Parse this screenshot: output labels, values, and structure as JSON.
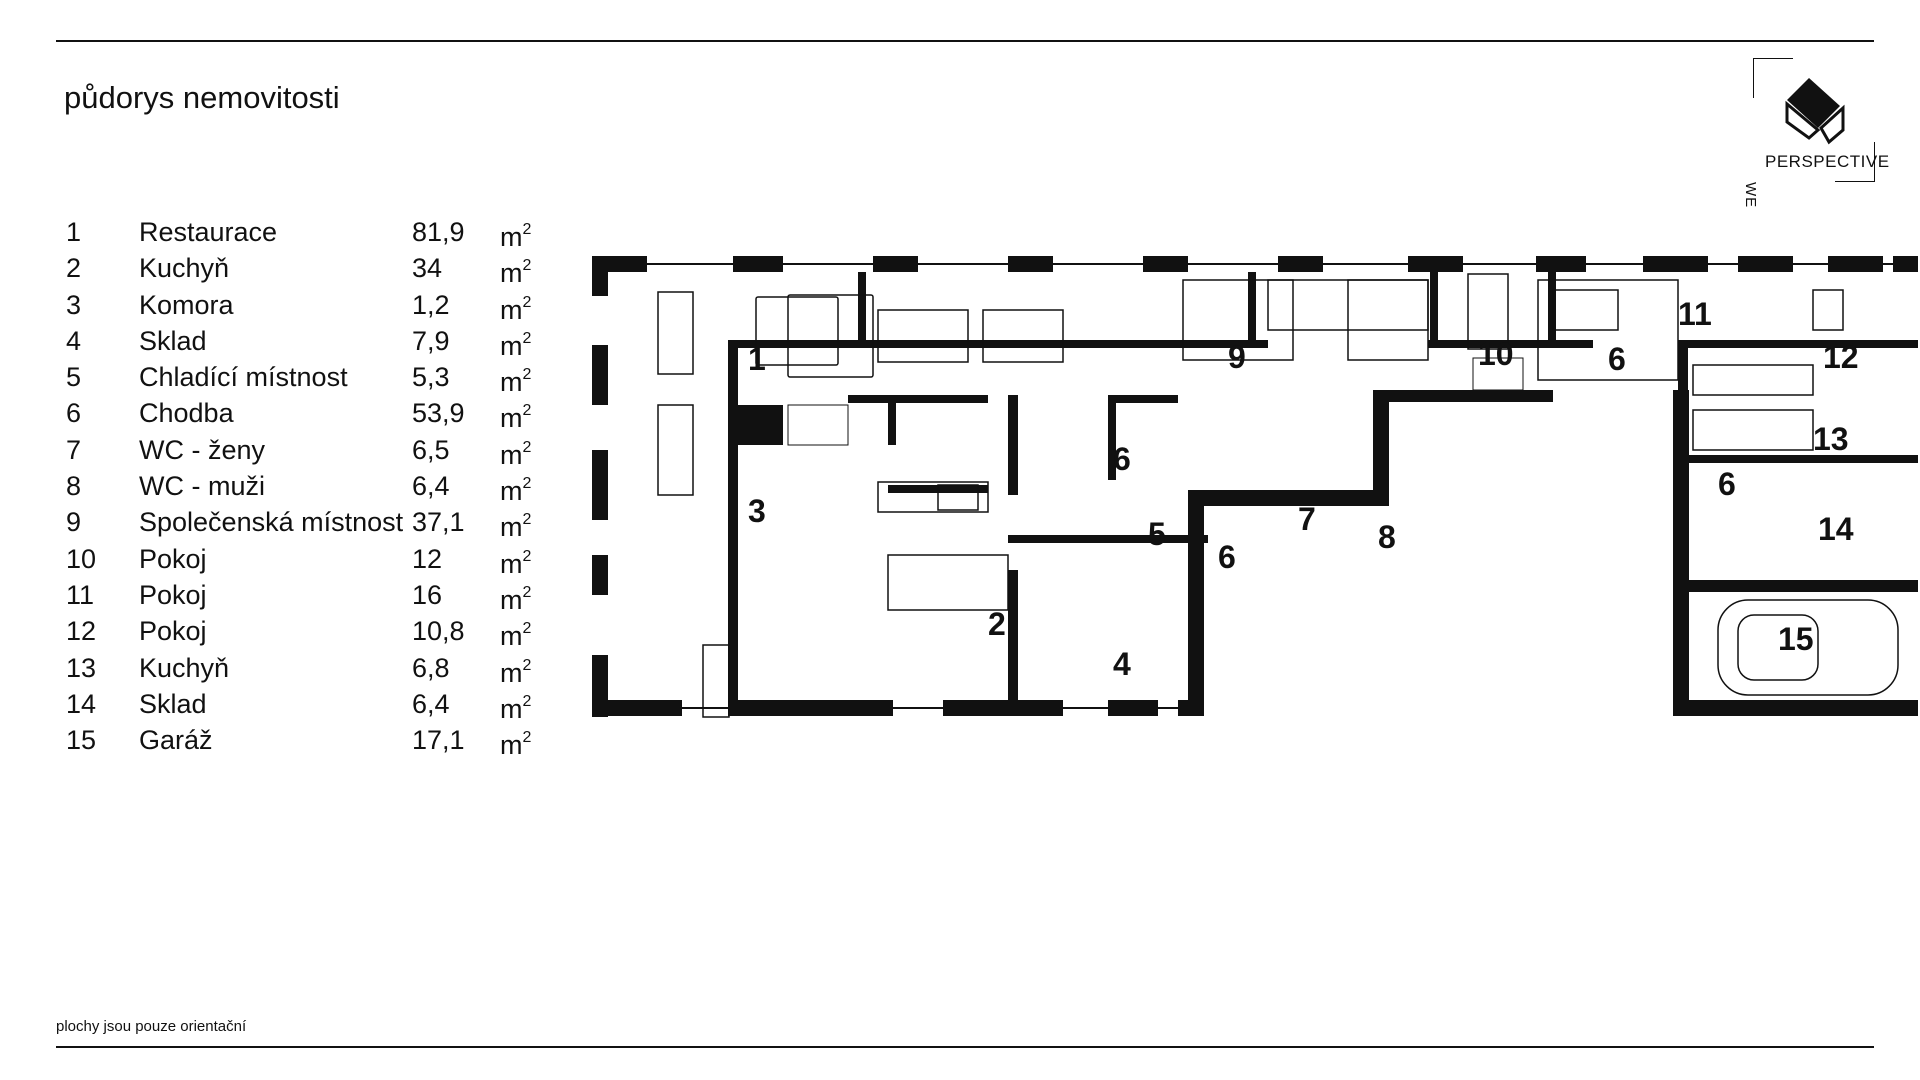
{
  "header": {
    "title": "půdorys nemovitosti"
  },
  "brand": {
    "logo_icon": "house-cube-icon",
    "word_left": "WE",
    "word_right": "PERSPECTIVE"
  },
  "rooms": [
    {
      "no": "1",
      "name": "Restaurace",
      "area": "81,9",
      "unit": "m"
    },
    {
      "no": "2",
      "name": "Kuchyň",
      "area": "34",
      "unit": "m"
    },
    {
      "no": "3",
      "name": "Komora",
      "area": "1,2",
      "unit": "m"
    },
    {
      "no": "4",
      "name": "Sklad",
      "area": "7,9",
      "unit": "m"
    },
    {
      "no": "5",
      "name": "Chladící místnost",
      "area": "5,3",
      "unit": "m"
    },
    {
      "no": "6",
      "name": "Chodba",
      "area": "53,9",
      "unit": "m"
    },
    {
      "no": "7",
      "name": "WC - ženy",
      "area": "6,5",
      "unit": "m"
    },
    {
      "no": "8",
      "name": "WC - muži",
      "area": "6,4",
      "unit": "m"
    },
    {
      "no": "9",
      "name": "Společenská místnost",
      "area": "37,1",
      "unit": "m"
    },
    {
      "no": "10",
      "name": "Pokoj",
      "area": "12",
      "unit": "m"
    },
    {
      "no": "11",
      "name": "Pokoj",
      "area": "16",
      "unit": "m"
    },
    {
      "no": "12",
      "name": "Pokoj",
      "area": "10,8",
      "unit": "m"
    },
    {
      "no": "13",
      "name": "Kuchyň",
      "area": "6,8",
      "unit": "m"
    },
    {
      "no": "14",
      "name": "Sklad",
      "area": "6,4",
      "unit": "m"
    },
    {
      "no": "15",
      "name": "Garáž",
      "area": "17,1",
      "unit": "m"
    }
  ],
  "unit_exponent": "2",
  "plan_labels": {
    "restaurace": "1",
    "kuchyn": "2",
    "komora": "3",
    "sklad": "4",
    "chladici": "5",
    "chodba_main": "6",
    "chodba_wc": "6",
    "chodba_rooms": "6",
    "chodba_right": "6",
    "wc_zeny": "7",
    "wc_muzi": "8",
    "spolecenska": "9",
    "pokoj_10": "10",
    "pokoj_11": "11",
    "pokoj_12": "12",
    "kuchyn_13": "13",
    "sklad_14": "14",
    "garaz": "15"
  },
  "footer": {
    "note": "plochy jsou pouze orientační"
  }
}
